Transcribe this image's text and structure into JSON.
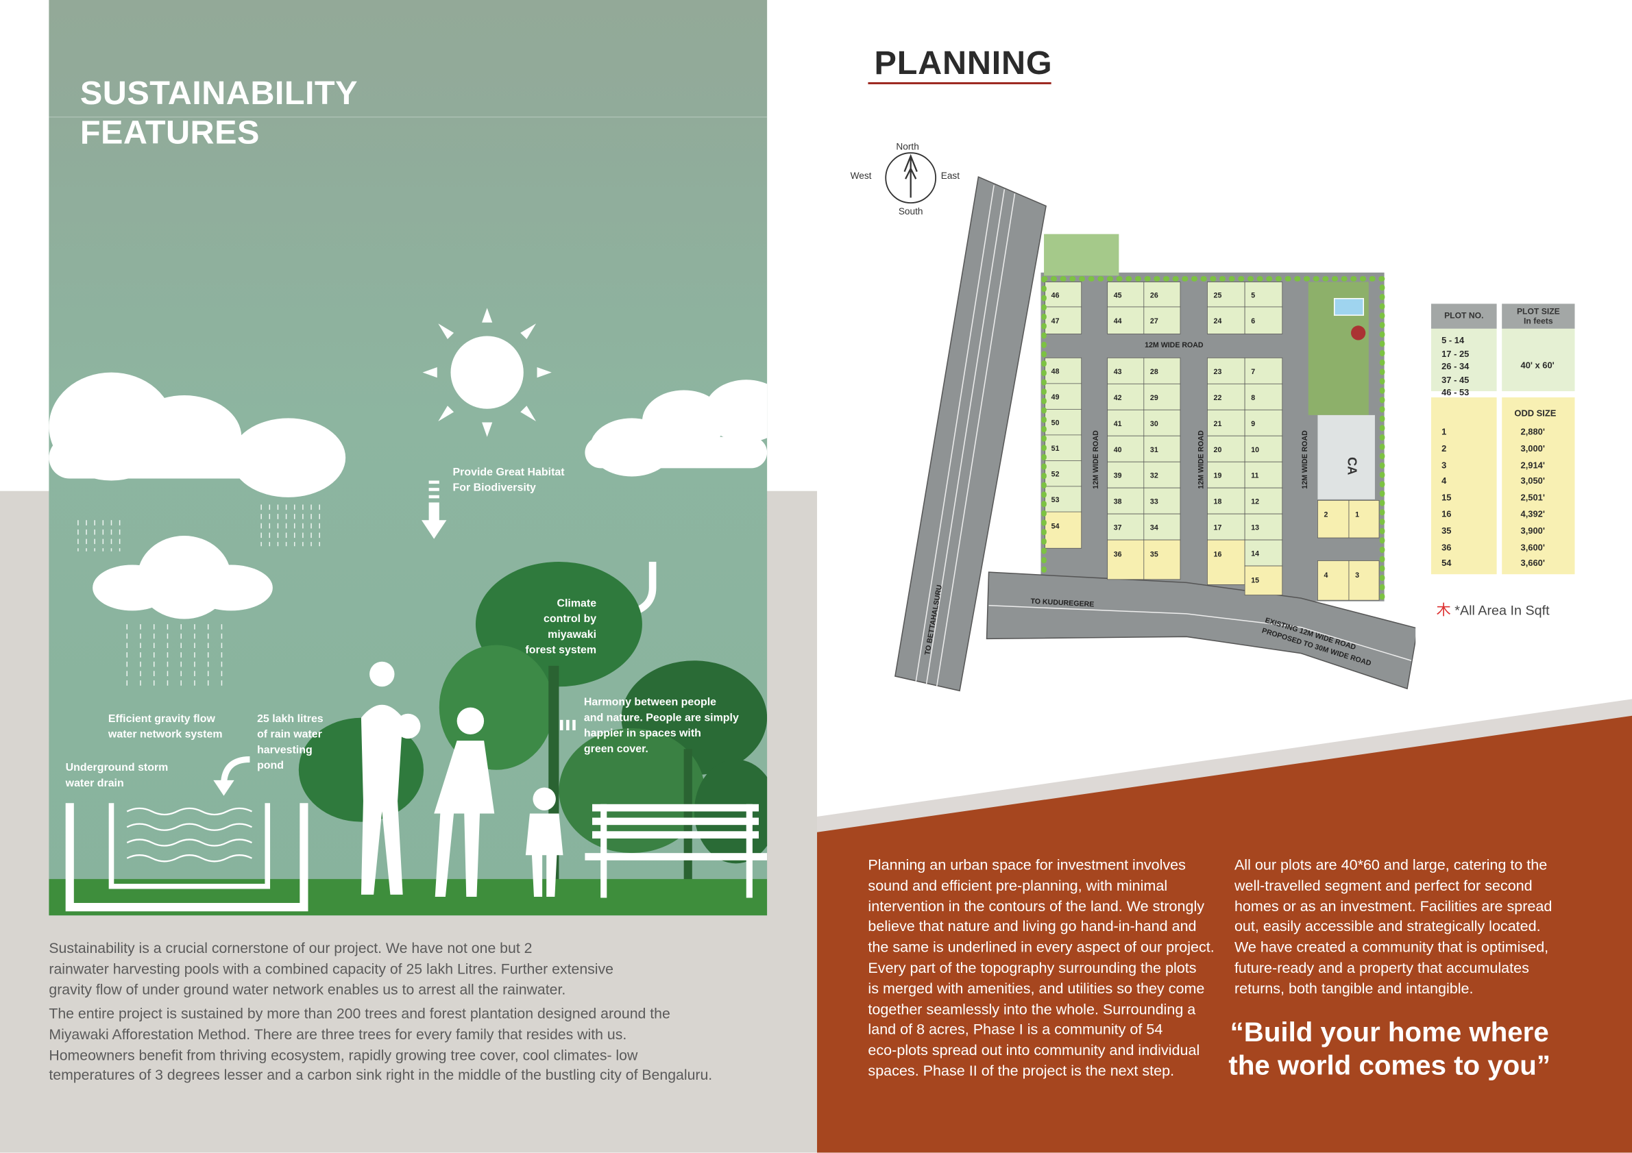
{
  "left": {
    "title_lines": [
      "SUSTAINABILITY",
      "FEATURES"
    ],
    "captions": {
      "habitat": [
        "Provide Great Habitat",
        "For Biodiversity"
      ],
      "climate": [
        "Climate",
        "control by",
        "miyawaki",
        "forest system"
      ],
      "harmony": [
        "Harmony between people",
        "and nature. People are simply",
        "happier in spaces with",
        "green cover."
      ],
      "gravity": [
        "Efficient gravity flow",
        "water network system"
      ],
      "pond": [
        "25 lakh litres",
        "of rain water",
        "harvesting",
        "pond"
      ],
      "storm": [
        "Underground storm",
        "water drain"
      ]
    },
    "paragraph1": [
      "Sustainability is a crucial cornerstone of our project. We have not one but 2",
      "rainwater harvesting pools with a combined capacity of 25 lakh Litres. Further extensive",
      "gravity flow of under ground water network enables us to arrest all the rainwater."
    ],
    "paragraph2": [
      "The entire project  is sustained by more than 200 trees and forest plantation designed around the",
      "Miyawaki Afforestation Method.  There are three trees for every family that resides with us.",
      "Homeowners benefit from thriving ecosystem, rapidly growing tree cover, cool climates- low",
      "temperatures of 3 degrees lesser and a carbon sink right in the middle of the bustling city of Bengaluru."
    ]
  },
  "planning": {
    "title": "PLANNING",
    "compass": {
      "north": "North",
      "south": "South",
      "east": "East",
      "west": "West"
    },
    "map": {
      "road_labels": {
        "horizontal": "12M WIDE ROAD",
        "vertical": "12M WIDE ROAD",
        "to_bettahalsuru": "TO BETTAHALSURU",
        "to_kuduregere": "TO KUDUREGERE",
        "existing_road_1": "EXISTING 12M WIDE ROAD",
        "existing_road_2": "PROPOSED TO 30M WIDE ROAD"
      },
      "ca_label": "CA",
      "plots": [
        "46",
        "47",
        "48",
        "49",
        "50",
        "51",
        "52",
        "53",
        "54",
        "45",
        "44",
        "43",
        "42",
        "41",
        "40",
        "39",
        "38",
        "37",
        "36",
        "26",
        "27",
        "28",
        "29",
        "30",
        "31",
        "32",
        "33",
        "34",
        "35",
        "25",
        "24",
        "23",
        "22",
        "21",
        "20",
        "19",
        "18",
        "17",
        "16",
        "5",
        "6",
        "7",
        "8",
        "9",
        "10",
        "11",
        "12",
        "13",
        "14",
        "15",
        "2",
        "1",
        "4",
        "3"
      ]
    },
    "table": {
      "header_plot_no": "PLOT NO.",
      "header_plot_size": [
        "PLOT SIZE",
        "In feets"
      ],
      "standard_ranges": [
        "5 - 14",
        "17 - 25",
        "26 - 34",
        "37 - 45",
        "46 - 53"
      ],
      "standard_size": "40' x 60'",
      "odd_header": "ODD SIZE",
      "odd_rows": [
        {
          "plot": "1",
          "size": "2,880'"
        },
        {
          "plot": "2",
          "size": "3,000'"
        },
        {
          "plot": "3",
          "size": "2,914'"
        },
        {
          "plot": "4",
          "size": "3,050'"
        },
        {
          "plot": "15",
          "size": "2,501'"
        },
        {
          "plot": "16",
          "size": "4,392'"
        },
        {
          "plot": "35",
          "size": "3,900'"
        },
        {
          "plot": "36",
          "size": "3,600'"
        },
        {
          "plot": "54",
          "size": "3,660'"
        }
      ],
      "note": "*All Area In Sqft"
    },
    "column1": [
      "Planning an urban space for investment involves",
      "sound and efficient pre-planning, with minimal",
      "intervention in the contours of the land. We strongly",
      "believe that nature and living go hand-in-hand and",
      "the same is underlined in every aspect of our project.",
      "Every part of the topography surrounding the plots",
      "is merged with amenities, and utilities so they come",
      "together seamlessly into the whole. Surrounding a",
      "land of 8 acres, Phase I is a community of 54",
      "eco-plots spread out into community and individual",
      "spaces. Phase II of the project is the next step."
    ],
    "column2": [
      "All our plots are 40*60 and large, catering to the",
      "well-travelled segment and perfect for second",
      "homes or as an investment. Facilities are spread",
      "out, easily accessible and strategically located.",
      "We have created a community that is optimised,",
      "future-ready and a property that accumulates",
      "returns, both tangible and intangible."
    ],
    "quote": [
      "“Build your home where",
      "the world comes to you”"
    ]
  },
  "colors": {
    "green_panel": "#8db5a0",
    "brown": "#a6461f",
    "plot_green": "#e3efc9",
    "plot_yellow": "#f7efb0",
    "road": "#8f9394",
    "accent_red": "#9e2a22"
  }
}
